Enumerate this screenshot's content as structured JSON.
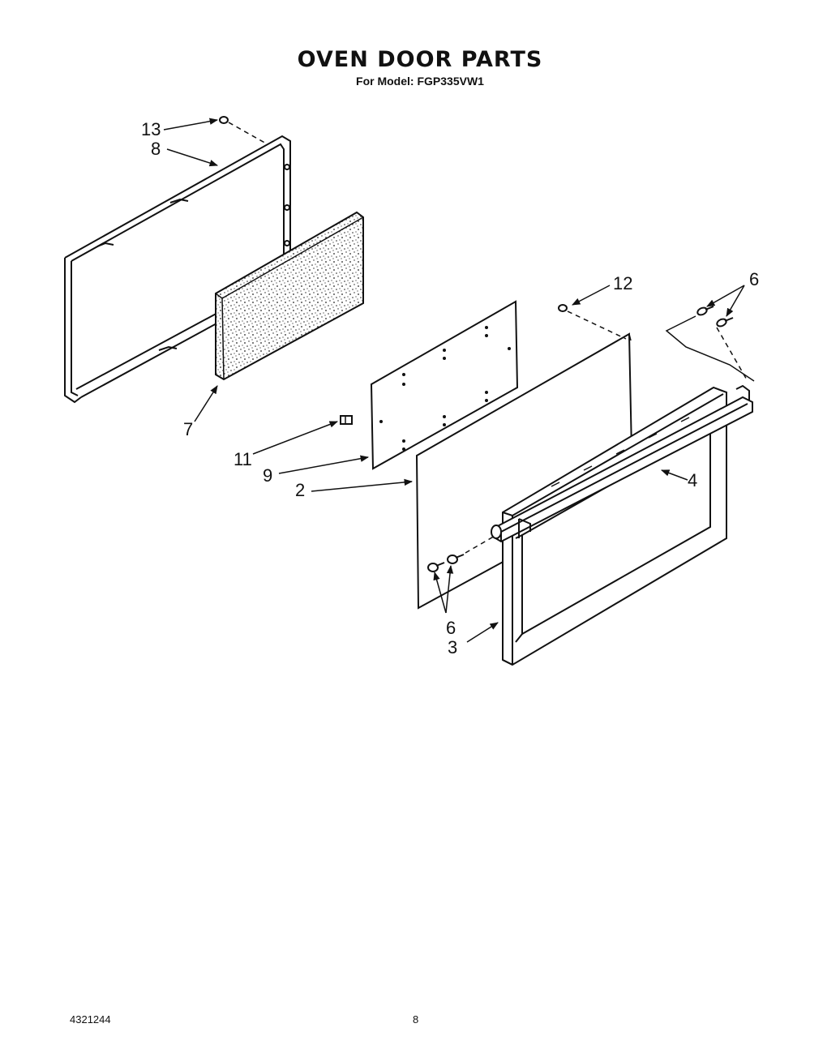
{
  "header": {
    "title": "OVEN DOOR PARTS",
    "subtitle": "For Model: FGP335VW1"
  },
  "callouts": {
    "p13": "13",
    "p8": "8",
    "p7": "7",
    "p12": "12",
    "p6_top": "6",
    "p11": "11",
    "p9": "9",
    "p2": "2",
    "p4": "4",
    "p6_bottom": "6",
    "p3": "3"
  },
  "footer": {
    "doc_number": "4321244",
    "page_number": "8"
  }
}
